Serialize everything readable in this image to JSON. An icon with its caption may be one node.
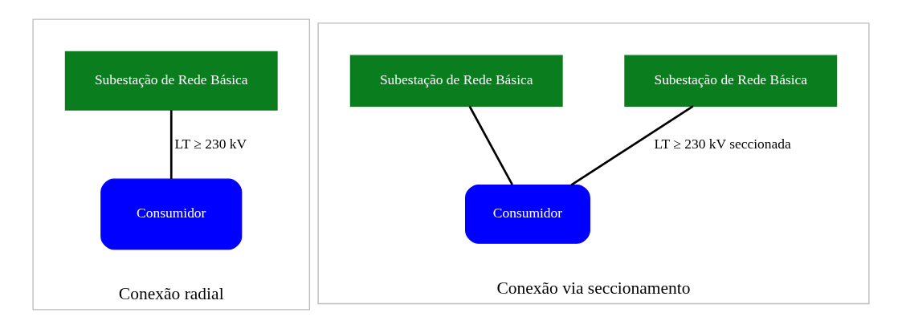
{
  "diagram": {
    "nodes": [
      {
        "text": [
          "Conexão radial"
        ]
      },
      {
        "text": [
          "Subestação de Rede Básica"
        ],
        "in": 0
      },
      {
        "text": [
          "Consumidor"
        ],
        "in": 0
      },
      {
        "text": [
          "Conexão via seccionamento"
        ]
      },
      {
        "text": [
          "Subestação de Rede Básica"
        ],
        "in": 3
      },
      {
        "text": [
          "Consumidor"
        ],
        "in": 3
      },
      {
        "text": [
          "Subestação de Rede Básica"
        ],
        "in": 3
      }
    ],
    "edges": [
      {
        "from": 1,
        "to": 2,
        "arrow": "none",
        "label": "LT ≥ 230 kV"
      },
      {
        "from": 4,
        "to": 5,
        "arrow": "none",
        "label": "LT ≥ 230 kV seccionada"
      },
      {
        "from": 6,
        "to": 5,
        "arrow": "none"
      }
    ]
  }
}
